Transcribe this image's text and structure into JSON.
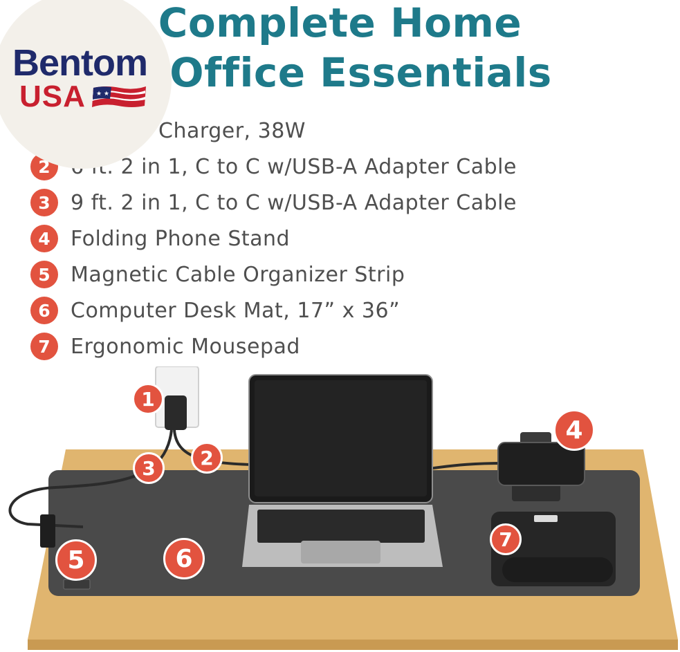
{
  "title": {
    "line1": "Complete Home",
    "line2": "Office Essentials"
  },
  "logo": {
    "word": "Bentom",
    "sub": "USA"
  },
  "features": [
    {
      "number": "1",
      "label": "PD Wall Charger, 38W"
    },
    {
      "number": "2",
      "label": "6 ft. 2 in 1, C to C w/USB-A Adapter Cable"
    },
    {
      "number": "3",
      "label": "9 ft. 2 in 1, C to C w/USB-A Adapter Cable"
    },
    {
      "number": "4",
      "label": "Folding Phone Stand"
    },
    {
      "number": "5",
      "label": "Magnetic Cable Organizer Strip"
    },
    {
      "number": "6",
      "label": "Computer Desk Mat, 17” x 36”"
    },
    {
      "number": "7",
      "label": "Ergonomic Mousepad"
    }
  ],
  "callouts": {
    "charger": "1",
    "cable6ft": "2",
    "cable9ft": "3",
    "phone_stand": "4",
    "organizer": "5",
    "desk_mat": "6",
    "mousepad": "7"
  },
  "colors": {
    "title": "#1e7a8a",
    "badge": "#e2533f",
    "text": "#4f4f4f",
    "desk": "#e0b56f",
    "mat": "#4a4a4a"
  }
}
